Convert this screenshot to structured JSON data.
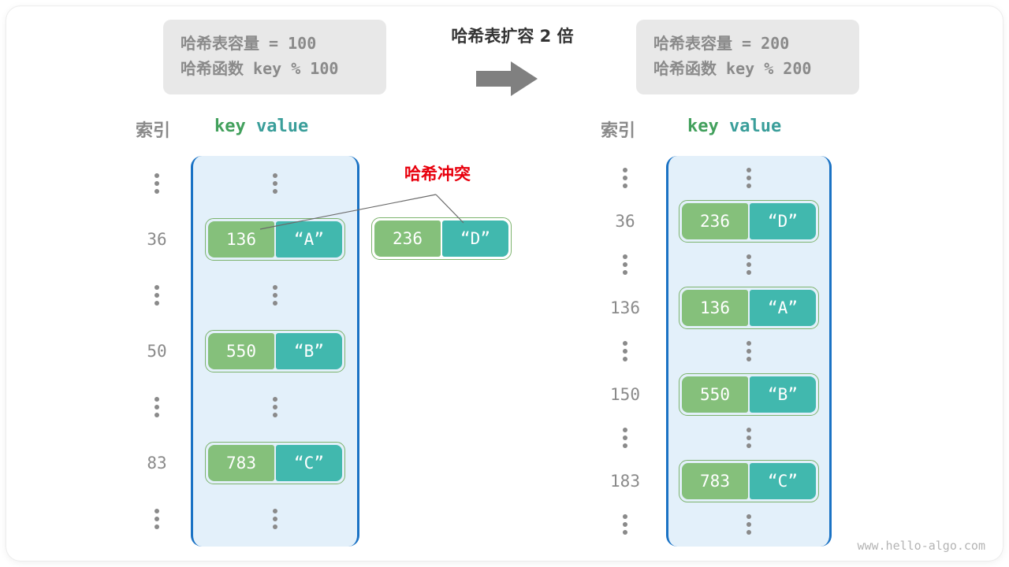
{
  "title": "哈希表扩容 2 倍",
  "colors": {
    "key_cell": "#85c07b",
    "value_cell": "#41b8ae",
    "bucket_fill": "#e3f0fa",
    "bucket_border": "#1a72c4",
    "collision_red": "#e8000d",
    "info_box_bg": "#e8e8e8",
    "muted_text": "#8a8a8a",
    "arrow_gray": "#808080"
  },
  "info_left": {
    "line1_label": "哈希表容量",
    "line1_value": " = 100",
    "line2_label": "哈希函数",
    "line2_value": " key % 100"
  },
  "info_right": {
    "line1_label": "哈希表容量",
    "line1_value": " = 200",
    "line2_label": "哈希函数",
    "line2_value": " key % 200"
  },
  "arrow_icon": "right-arrow-icon",
  "collision_label": "哈希冲突",
  "watermark": "www.hello-algo.com",
  "left_table": {
    "head_index": "索引",
    "head_key": "key",
    "head_value": "value",
    "rows": [
      {
        "type": "dots",
        "index": "⋮"
      },
      {
        "type": "entry",
        "index": "36",
        "key": "136",
        "value": "“A”"
      },
      {
        "type": "dots",
        "index": "⋮"
      },
      {
        "type": "entry",
        "index": "50",
        "key": "550",
        "value": "“B”"
      },
      {
        "type": "dots",
        "index": "⋮"
      },
      {
        "type": "entry",
        "index": "83",
        "key": "783",
        "value": "“C”"
      },
      {
        "type": "dots",
        "index": "⋮"
      }
    ],
    "detached_entry": {
      "key": "236",
      "value": "“D”"
    }
  },
  "right_table": {
    "head_index": "索引",
    "head_key": "key",
    "head_value": "value",
    "rows": [
      {
        "type": "dots",
        "index": "⋮"
      },
      {
        "type": "entry",
        "index": "36",
        "key": "236",
        "value": "“D”"
      },
      {
        "type": "dots",
        "index": "⋮"
      },
      {
        "type": "entry",
        "index": "136",
        "key": "136",
        "value": "“A”"
      },
      {
        "type": "dots",
        "index": "⋮"
      },
      {
        "type": "entry",
        "index": "150",
        "key": "550",
        "value": "“B”"
      },
      {
        "type": "dots",
        "index": "⋮"
      },
      {
        "type": "entry",
        "index": "183",
        "key": "783",
        "value": "“C”"
      },
      {
        "type": "dots",
        "index": "⋮"
      }
    ]
  }
}
